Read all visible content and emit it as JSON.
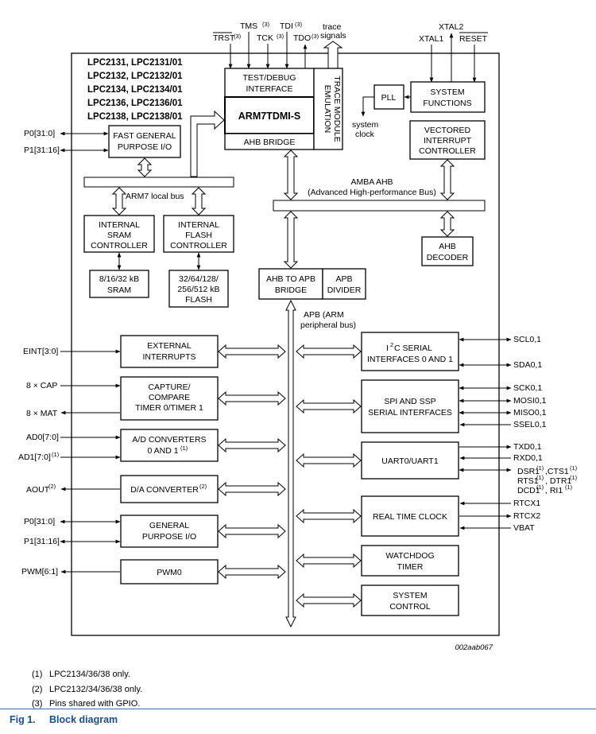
{
  "title_parts": [
    "LPC2131, LPC2131/01",
    "LPC2132, LPC2132/01",
    "LPC2134, LPC2134/01",
    "LPC2136, LPC2136/01",
    "LPC2138, LPC2138/01"
  ],
  "jtag": {
    "trst": "TRST",
    "tms": "TMS",
    "tck": "TCK",
    "tdi": "TDI",
    "tdo": "TDO",
    "sup": "(3)",
    "trace": "trace",
    "signals": "signals"
  },
  "clock": {
    "xtal2": "XTAL2",
    "xtal1": "XTAL1",
    "reset": "RESET",
    "pll": "PLL",
    "sysclk1": "system",
    "sysclk2": "clock"
  },
  "blocks": {
    "test_debug1": "TEST/DEBUG",
    "test_debug2": "INTERFACE",
    "arm": "ARM7TDMI-S",
    "ahb_bridge": "AHB BRIDGE",
    "etm1": "EMULATION",
    "etm2": "TRACE MODULE",
    "sysfunc1": "SYSTEM",
    "sysfunc2": "FUNCTIONS",
    "vic1": "VECTORED",
    "vic2": "INTERRUPT",
    "vic3": "CONTROLLER",
    "fgpio1": "FAST GENERAL",
    "fgpio2": "PURPOSE I/O",
    "arm7bus": "ARM7 local bus",
    "amba1": "AMBA AHB",
    "amba2": "(Advanced High-performance Bus)",
    "sramc1": "INTERNAL",
    "sramc2": "SRAM",
    "sramc3": "CONTROLLER",
    "flashc1": "INTERNAL",
    "flashc2": "FLASH",
    "flashc3": "CONTROLLER",
    "sram1": "8/16/32 kB",
    "sram2": "SRAM",
    "flash1": "32/64/128/",
    "flash2": "256/512 kB",
    "flash3": "FLASH",
    "ahbapb1": "AHB TO APB",
    "ahbapb2": "BRIDGE",
    "apbdiv1": "APB",
    "apbdiv2": "DIVIDER",
    "ahbdec1": "AHB",
    "ahbdec2": "DECODER",
    "apb1": "APB (ARM",
    "apb2": "peripheral bus)",
    "extint1": "EXTERNAL",
    "extint2": "INTERRUPTS",
    "cap1": "CAPTURE/",
    "cap2": "COMPARE",
    "cap3": "TIMER 0/TIMER 1",
    "adc1": "A/D CONVERTERS",
    "adc2": "0 AND 1",
    "adc_sup": "(1)",
    "dac": "D/A CONVERTER",
    "dac_sup": "(2)",
    "gpio1": "GENERAL",
    "gpio2": "PURPOSE I/O",
    "pwm": "PWM0",
    "i2c_pre": "I",
    "i2c_sup": "2",
    "i2c_post": "C SERIAL",
    "i2c2": "INTERFACES 0 AND 1",
    "spi1": "SPI AND SSP",
    "spi2": "SERIAL INTERFACES",
    "uart": "UART0/UART1",
    "rtc": "REAL TIME CLOCK",
    "wdt1": "WATCHDOG",
    "wdt2": "TIMER",
    "sysctl1": "SYSTEM",
    "sysctl2": "CONTROL"
  },
  "pins_left": {
    "p0a": "P0[31:0]",
    "p1a": "P1[31:16]",
    "eint": "EINT[3:0]",
    "cap": "8 × CAP",
    "mat": "8 × MAT",
    "ad0": "AD0[7:0]",
    "ad1": "AD1[7:0]",
    "ad1_sup": "(1)",
    "aout": "AOUT",
    "aout_sup": "(2)",
    "p0b": "P0[31:0]",
    "p1b": "P1[31:16]",
    "pwm": "PWM[6:1]"
  },
  "pins_right": {
    "scl": "SCL0,1",
    "sda": "SDA0,1",
    "sck": "SCK0,1",
    "mosi": "MOSI0,1",
    "miso": "MISO0,1",
    "ssel": "SSEL0,1",
    "txd": "TXD0,1",
    "rxd": "RXD0,1",
    "dsr": "DSR1",
    "cts": ",CTS1",
    "rts": "RTS1",
    "dtr": ", DTR1",
    "dcd": "DCD1",
    "ri": ", RI1",
    "sup1": "(1)",
    "rtcx1": "RTCX1",
    "rtcx2": "RTCX2",
    "vbat": "VBAT"
  },
  "ref_id": "002aab067",
  "notes": [
    {
      "num": "(1)",
      "text": "LPC2134/36/38 only."
    },
    {
      "num": "(2)",
      "text": "LPC2132/34/36/38 only."
    },
    {
      "num": "(3)",
      "text": "Pins shared with GPIO."
    }
  ],
  "figure": {
    "num": "Fig 1.",
    "caption": "Block diagram"
  }
}
